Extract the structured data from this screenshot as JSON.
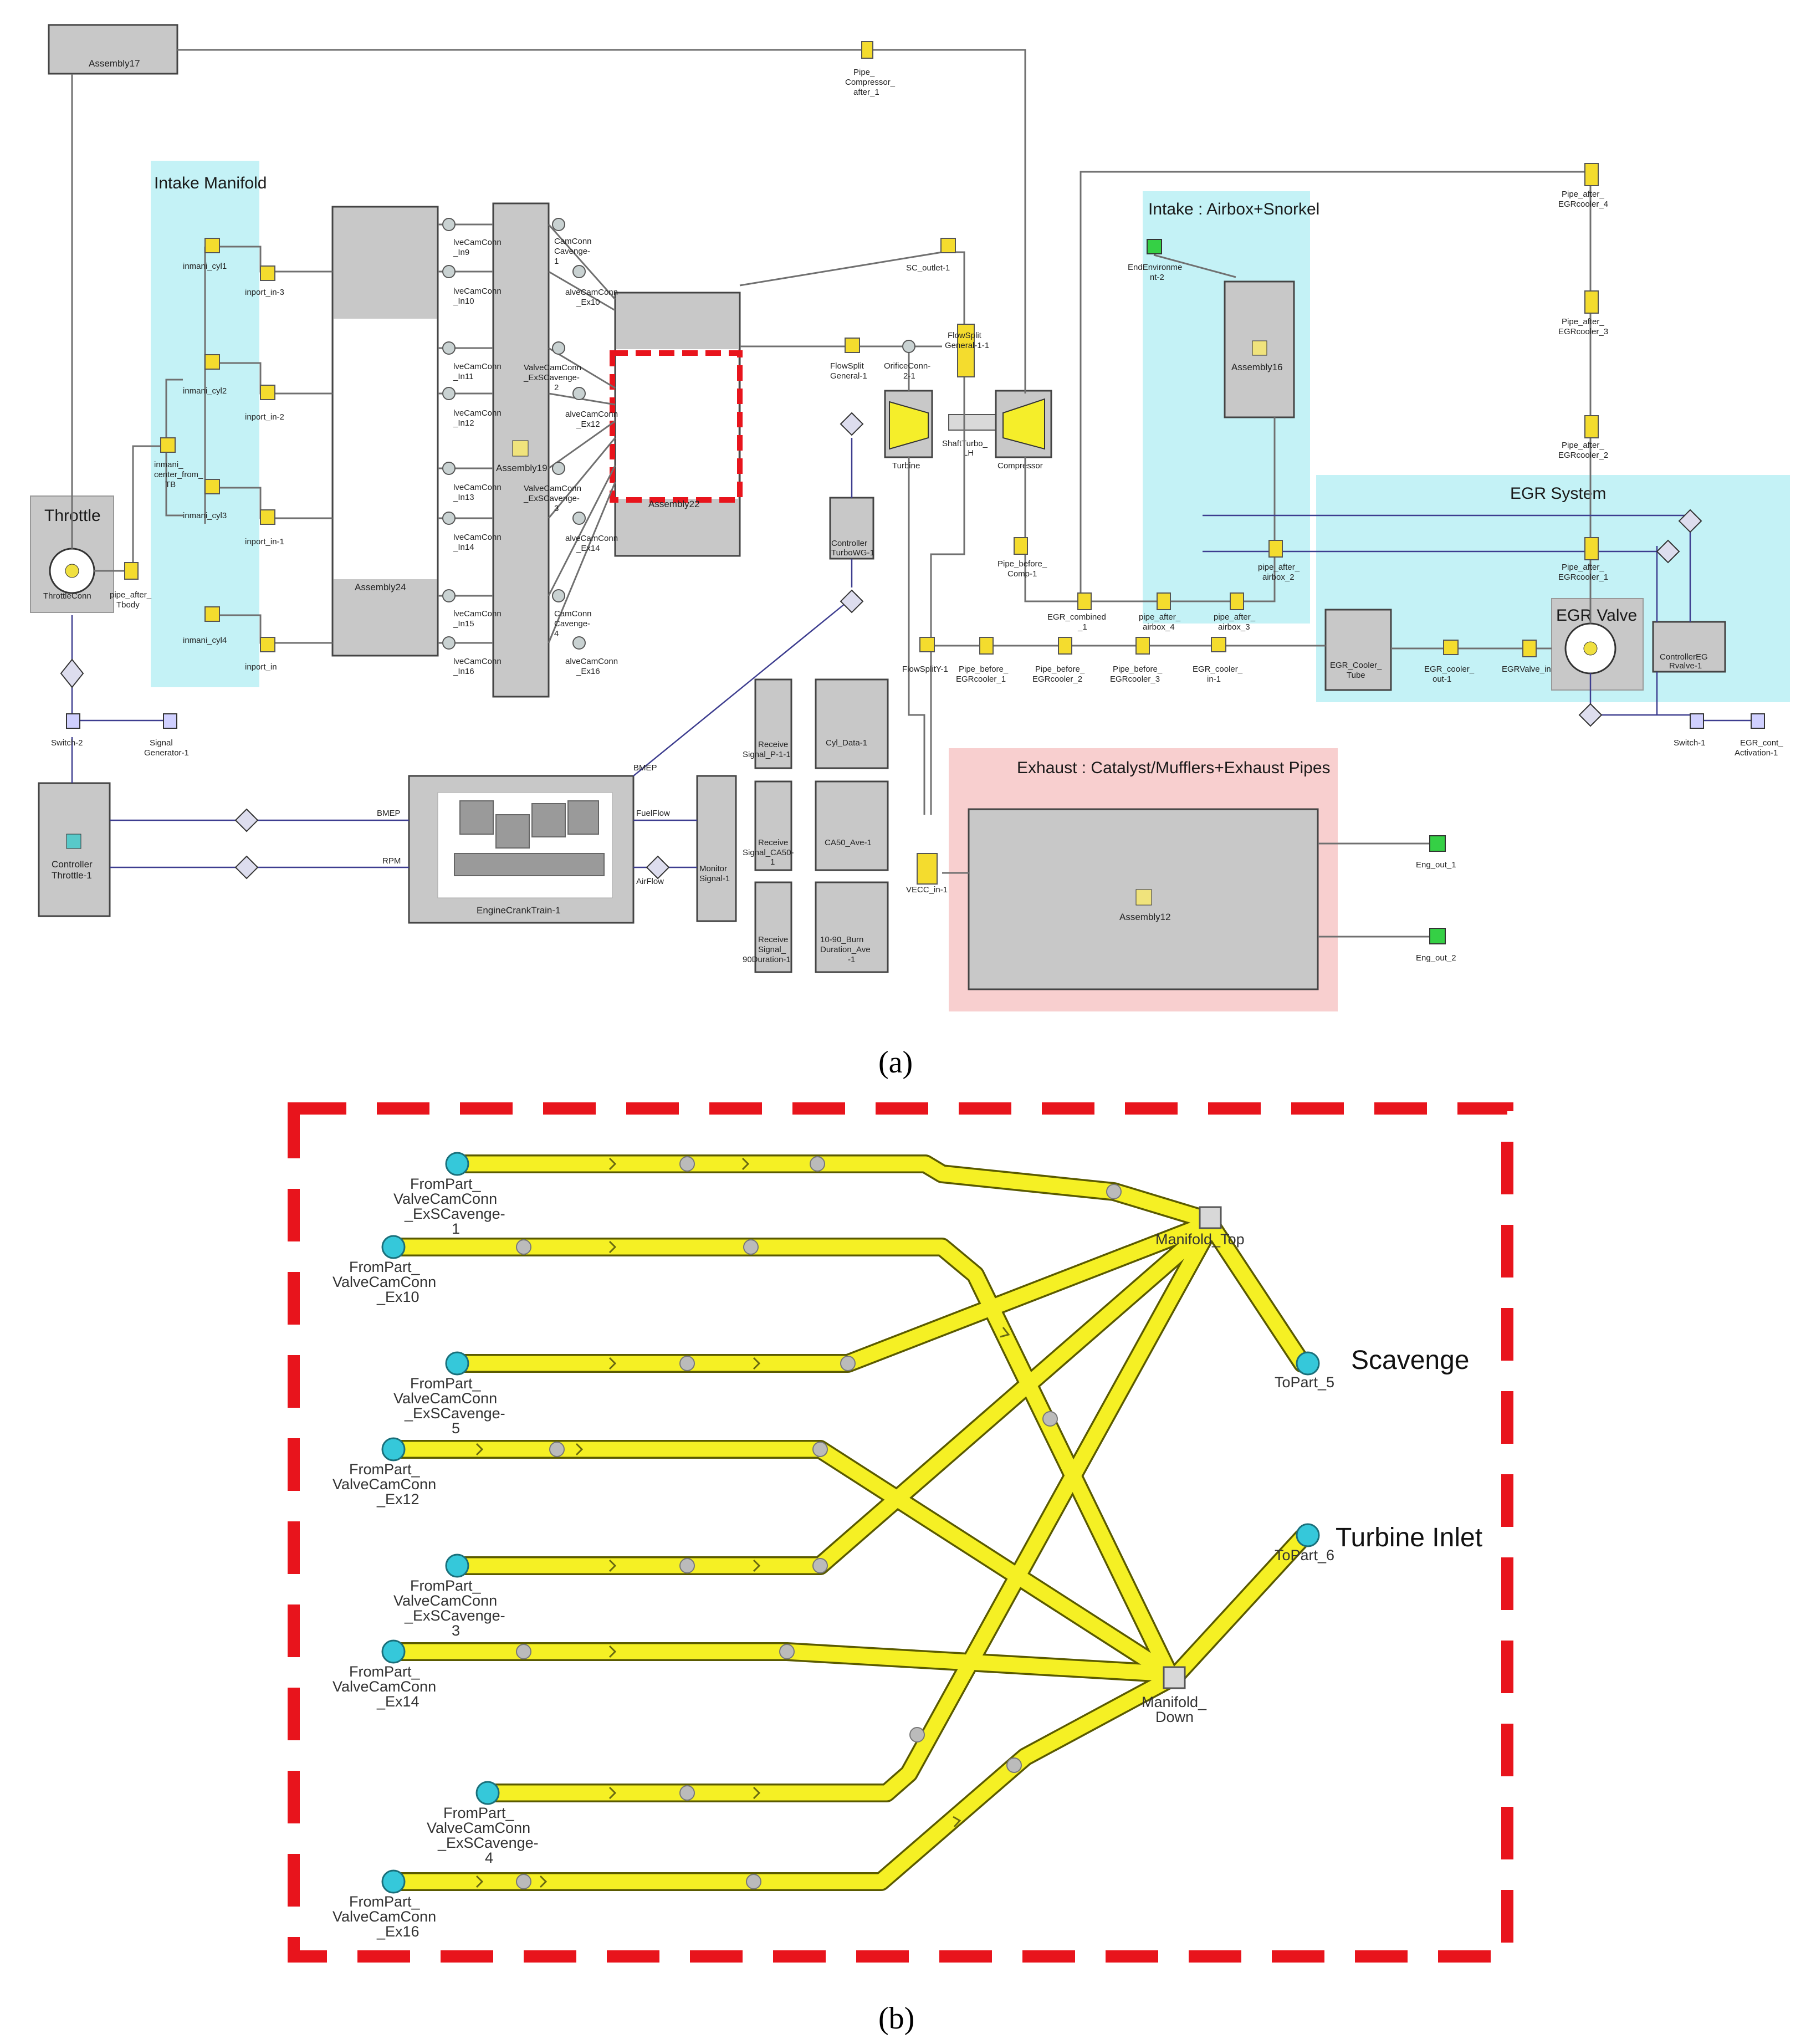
{
  "caption_a": "(a)",
  "caption_b": "(b)",
  "panel_a": {
    "zones": {
      "intake_manifold": "Intake Manifold",
      "throttle": "Throttle",
      "intake_airbox": "Intake : Airbox+Snorkel",
      "egr_system": "EGR System",
      "egr_valve": "EGR Valve",
      "exhaust": "Exhaust : Catalyst/Mufflers+Exhaust Pipes"
    },
    "labels": {
      "assembly17": "Assembly17",
      "pipe_compressor_after_l1": "Pipe_",
      "pipe_compressor_after_l2": "Compressor_",
      "pipe_compressor_after_l3": "after_1",
      "inmani_cyl1": "inmani_cyl1",
      "inmani_cyl2": "inmani_cyl2",
      "inmani_cyl3": "inmani_cyl3",
      "inmani_cyl4": "inmani_cyl4",
      "inmani_center_l1": "inmani_",
      "inmani_center_l2": "center_from_",
      "inmani_center_l3": "TB",
      "inport_in_3": "inport_in-3",
      "inport_in_2": "inport_in-2",
      "inport_in_1": "inport_in-1",
      "inport_in": "inport_in",
      "throttle_conn": "ThrottleConn",
      "pipe_after_tbody_l1": "pipe_after_",
      "pipe_after_tbody_l2": "Tbody",
      "switch_2": "Switch-2",
      "signal_gen_l1": "Signal",
      "signal_gen_l2": "Generator-1",
      "controller_throttle_l1": "Controller",
      "controller_throttle_l2": "Throttle-1",
      "assembly24": "Assembly24",
      "assembly19": "Assembly19",
      "assembly22": "Assembly22",
      "vcc_in9_l1": "lveCamConn",
      "vcc_in9_l2": "_In9",
      "vcc_in10_l1": "lveCamConn",
      "vcc_in10_l2": "_In10",
      "vcc_in11_l1": "lveCamConn",
      "vcc_in11_l2": "_In11",
      "vcc_in12_l1": "lveCamConn",
      "vcc_in12_l2": "_In12",
      "vcc_in13_l1": "lveCamConn",
      "vcc_in13_l2": "_In13",
      "vcc_in14_l1": "lveCamConn",
      "vcc_in14_l2": "_In14",
      "vcc_in15_l1": "lveCamConn",
      "vcc_in15_l2": "_In15",
      "vcc_in16_l1": "lveCamConn",
      "vcc_in16_l2": "_In16",
      "camconn_scav1_l1": "CamConn",
      "camconn_scav1_l2": "Cavenge-",
      "camconn_scav1_l3": "1",
      "vcc_ex10_l1": "alveCamConn",
      "vcc_ex10_l2": "_Ex10",
      "vcc_scav2_l1": "ValveCamConn",
      "vcc_scav2_l2": "_ExSCavenge-",
      "vcc_scav2_l3": "2",
      "vcc_ex12_l1": "alveCamConn",
      "vcc_ex12_l2": "_Ex12",
      "vcc_scav3_l1": "ValveCamConn",
      "vcc_scav3_l2": "_ExSCavenge-",
      "vcc_scav3_l3": "3",
      "vcc_ex14_l1": "alveCamConn",
      "vcc_ex14_l2": "_Ex14",
      "vcc_scav4_l1": "CamConn",
      "vcc_scav4_l2": "Cavenge-",
      "vcc_scav4_l3": "4",
      "vcc_ex16_l1": "alveCamConn",
      "vcc_ex16_l2": "_Ex16",
      "sc_outlet": "SC_outlet-1",
      "flowsplit_gen1_l1": "FlowSplit",
      "flowsplit_gen1_l2": "General-1",
      "orifice_conn_l1": "OrificeConn-",
      "orifice_conn_l2": "2-1",
      "flowsplit_gen11_l1": "FlowSplit",
      "flowsplit_gen11_l2": "General-1-1",
      "turbine": "Turbine",
      "shaft_turbo_l1": "ShaftTurbo_",
      "shaft_turbo_l2": "LH",
      "compressor": "Compressor",
      "controller_turbo_l1": "Controller",
      "controller_turbo_l2": "TurboWG-1",
      "pipe_before_comp_l1": "Pipe_before_",
      "pipe_before_comp_l2": "Comp-1",
      "egr_combined_l1": "EGR_combined",
      "egr_combined_l2": "_1",
      "pipe_after_airbox4_l1": "pipe_after_",
      "pipe_after_airbox4_l2": "airbox_4",
      "pipe_after_airbox3_l1": "pipe_after_",
      "pipe_after_airbox3_l2": "airbox_3",
      "pipe_after_airbox2_l1": "pipe_after_",
      "pipe_after_airbox2_l2": "airbox_2",
      "end_env_l1": "EndEnvironme",
      "end_env_l2": "nt-2",
      "assembly16": "Assembly16",
      "pipe_after_egrc4_l1": "Pipe_after_",
      "pipe_after_egrc4_l2": "EGRcooler_4",
      "pipe_after_egrc3_l1": "Pipe_after_",
      "pipe_after_egrc3_l2": "EGRcooler_3",
      "pipe_after_egrc2_l1": "Pipe_after_",
      "pipe_after_egrc2_l2": "EGRcooler_2",
      "pipe_after_egrc1_l1": "Pipe_after_",
      "pipe_after_egrc1_l2": "EGRcooler_1",
      "flowsplity1": "FlowSplitY-1",
      "pipe_before_egrc1_l1": "Pipe_before_",
      "pipe_before_egrc1_l2": "EGRcooler_1",
      "pipe_before_egrc2_l1": "Pipe_before_",
      "pipe_before_egrc2_l2": "EGRcooler_2",
      "pipe_before_egrc3_l1": "Pipe_before_",
      "pipe_before_egrc3_l2": "EGRcooler_3",
      "egr_cooler_in_l1": "EGR_cooler_",
      "egr_cooler_in_l2": "in-1",
      "egr_cooler_tube_l1": "EGR_Cooler_",
      "egr_cooler_tube_l2": "Tube",
      "egr_cooler_out_l1": "EGR_cooler_",
      "egr_cooler_out_l2": "out-1",
      "egr_valve_in": "EGRValve_in",
      "controller_egr_l1": "ControllerEG",
      "controller_egr_l2": "Rvalve-1",
      "switch_1": "Switch-1",
      "egr_cont_l1": "EGR_cont_",
      "egr_cont_l2": "Activation-1",
      "engine_crank": "EngineCrankTrain-1",
      "bmep_a": "BMEP",
      "bmep_b": "BMEP",
      "rpm": "RPM",
      "fuelflow": "FuelFlow",
      "airflow": "AirFlow",
      "monitor_l1": "Monitor",
      "monitor_l2": "Signal-1",
      "receive_p_l1": "Receive",
      "receive_p_l2": "Signal_P-1-1",
      "cyl_data": "Cyl_Data-1",
      "receive_ca50_l1": "Receive",
      "receive_ca50_l2": "Signal_CA50-",
      "receive_ca50_l3": "1",
      "ca50_ave": "CA50_Ave-1",
      "receive_dur_l1": "Receive",
      "receive_dur_l2": "Signal_",
      "receive_dur_l3": "90Duration-1",
      "burn_dur_l1": "10-90_Burn",
      "burn_dur_l2": "Duration_Ave",
      "burn_dur_l3": "-1",
      "vec_in": "VECC_in-1",
      "assembly12": "Assembly12",
      "eng_out_1": "Eng_out_1",
      "eng_out_2": "Eng_out_2"
    }
  },
  "panel_b": {
    "sources": [
      {
        "l1": "FromPart_",
        "l2": "ValveCamConn",
        "l3": "_ExSCavenge-",
        "l4": "1"
      },
      {
        "l1": "FromPart_",
        "l2": "ValveCamConn",
        "l3": "_Ex10",
        "l4": ""
      },
      {
        "l1": "FromPart_",
        "l2": "ValveCamConn",
        "l3": "_ExSCavenge-",
        "l4": "5"
      },
      {
        "l1": "FromPart_",
        "l2": "ValveCamConn",
        "l3": "_Ex12",
        "l4": ""
      },
      {
        "l1": "FromPart_",
        "l2": "ValveCamConn",
        "l3": "_ExSCavenge-",
        "l4": "3"
      },
      {
        "l1": "FromPart_",
        "l2": "ValveCamConn",
        "l3": "_Ex14",
        "l4": ""
      },
      {
        "l1": "FromPart_",
        "l2": "ValveCamConn",
        "l3": "_ExSCavenge-",
        "l4": "4"
      },
      {
        "l1": "FromPart_",
        "l2": "ValveCamConn",
        "l3": "_Ex16",
        "l4": ""
      }
    ],
    "manifold_top": "Manifold_Top",
    "manifold_down_l1": "Manifold_",
    "manifold_down_l2": "Down",
    "topart_5": "ToPart_5",
    "topart_6": "ToPart_6",
    "scavenge": "Scavenge",
    "turbine_inlet": "Turbine Inlet"
  },
  "colors": {
    "zone_cyan": "#c4f2f6",
    "zone_pink": "#f8cfcf",
    "zone_gray": "#c8c8c8",
    "highlight_red": "#e8141c",
    "pipe_yellow": "#f5f024",
    "port_cyan": "#35c8da"
  }
}
